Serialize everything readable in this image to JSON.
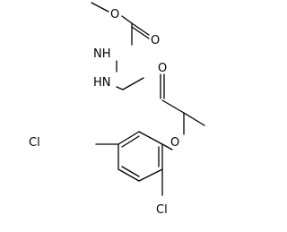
{
  "molecule": {
    "atoms": {
      "o_methoxy": "O",
      "o_carbamate": "O",
      "nh_upper": "NH",
      "nh_lower": "HN",
      "o_amide": "O",
      "o_ether": "O",
      "cl_para": "Cl",
      "cl_ortho": "Cl"
    }
  }
}
